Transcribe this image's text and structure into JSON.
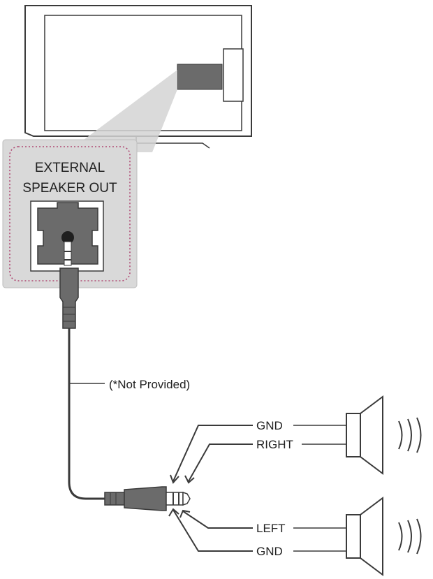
{
  "port_label": {
    "line1": "EXTERNAL",
    "line2": "SPEAKER OUT"
  },
  "cable_note": "(*Not Provided)",
  "plug_labels": {
    "upper_gnd": "GND",
    "right": "RIGHT",
    "left": "LEFT",
    "lower_gnd": "GND"
  },
  "colors": {
    "line": "#3a3a3a",
    "panel_bg": "#d9d9d9",
    "dotted_border": "#b04a74",
    "jack_fill": "#6b6b6b",
    "speaker_fill": "#ffffff"
  }
}
